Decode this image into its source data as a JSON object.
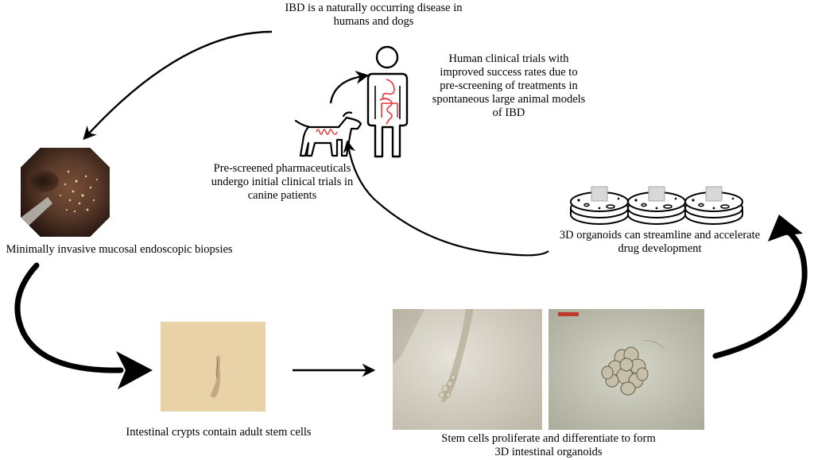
{
  "captions": {
    "ibd": [
      "IBD is a naturally occurring disease in",
      "humans and dogs"
    ],
    "human_trials": [
      "Human clinical trials with",
      "improved success rates due to",
      "pre-screening of treatments in",
      "spontaneous large animal models",
      "of IBD"
    ],
    "prescreened": [
      "Pre-screened pharmaceuticals",
      "undergo initial clinical trials in",
      "canine patients"
    ],
    "biopsies": "Minimally invasive mucosal endoscopic biopsies",
    "organoids_drug": [
      "3D organoids can streamline and accelerate",
      "drug development"
    ],
    "crypts": "Intestinal crypts contain adult stem cells",
    "stem_cells": [
      "Stem cells proliferate and differentiate to form",
      "3D intestinal organoids"
    ]
  },
  "colors": {
    "arrow": "#000000",
    "gut_red": "#e8333a",
    "endoscopy_bg": "#5a3a2a",
    "crypt_bg": "#ead2a8",
    "micro_bg": "#dcd6c9",
    "micro_bg2": "#c9c9bd"
  },
  "icons": [
    "human-figure-icon",
    "dog-icon",
    "petri-dish-icon"
  ]
}
